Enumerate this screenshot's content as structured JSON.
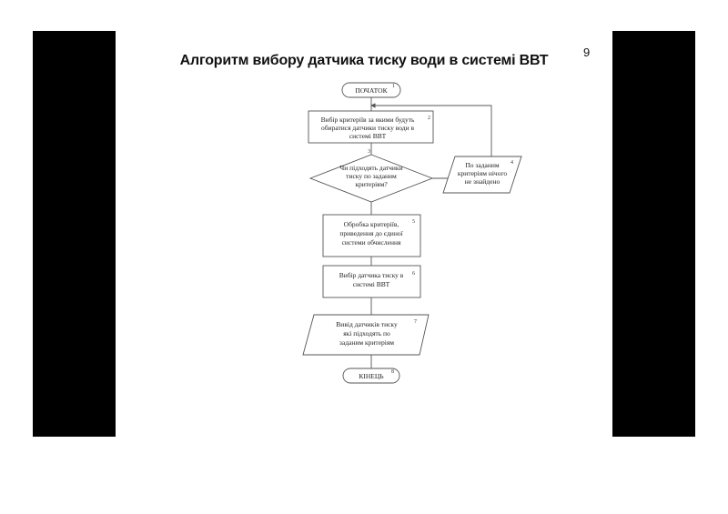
{
  "slide": {
    "title": "Алгоритм вибору датчика тиску води в системі ВВТ",
    "number": "9"
  },
  "flowchart": {
    "start": {
      "label": "ПОЧАТОК",
      "num": "1"
    },
    "step2": {
      "lines": [
        "Вибір критеріїв за якими будуть",
        "обиратися датчики тиску води в",
        "системі ВВТ"
      ],
      "num": "2"
    },
    "decision3": {
      "lines": [
        "Чи підходять датчики",
        "тиску по заданим",
        "критеріям?"
      ],
      "num": "3"
    },
    "output4": {
      "lines": [
        "По заданим",
        "критеріям нічого",
        "не знайдено"
      ],
      "num": "4"
    },
    "step5": {
      "lines": [
        "Обробка критеріїв,",
        "приведення до єдиної",
        "системи обчислення"
      ],
      "num": "5"
    },
    "step6": {
      "lines": [
        "Вибір датчика тиску в",
        "системі ВВТ"
      ],
      "num": "6"
    },
    "output7": {
      "lines": [
        "Вивід датчиків тиску",
        "які підходять по",
        "заданим критеріям"
      ],
      "num": "7"
    },
    "end": {
      "label": "КІНЕЦЬ",
      "num": "8"
    }
  }
}
